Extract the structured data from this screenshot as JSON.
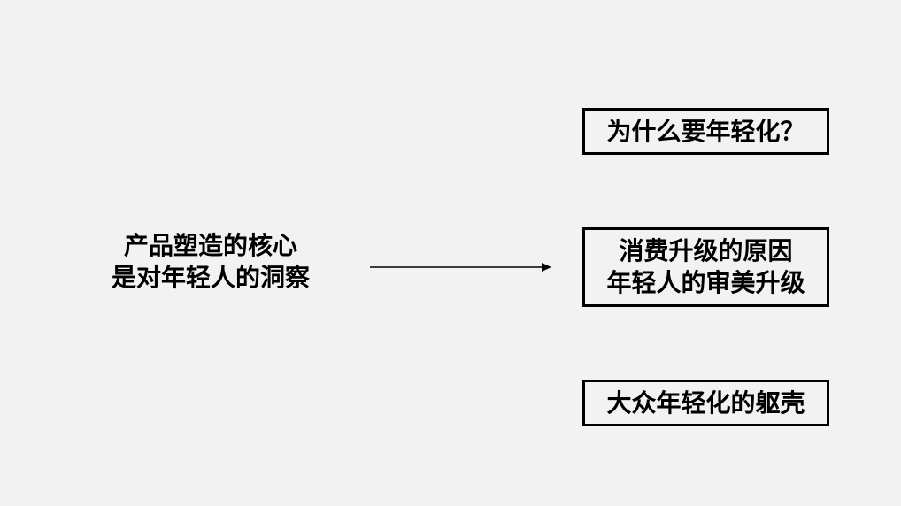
{
  "source": {
    "lines": [
      "产品塑造的核心",
      "是对年轻人的洞察"
    ]
  },
  "targets": [
    {
      "lines": [
        "为什么要年轻化？"
      ]
    },
    {
      "lines": [
        "消费升级的原因",
        "年轻人的审美升级"
      ]
    },
    {
      "lines": [
        "大众年轻化的躯壳"
      ]
    }
  ],
  "colors": {
    "background": "#f2f2f2",
    "text": "#000000",
    "border": "#000000",
    "arrow": "#000000"
  }
}
